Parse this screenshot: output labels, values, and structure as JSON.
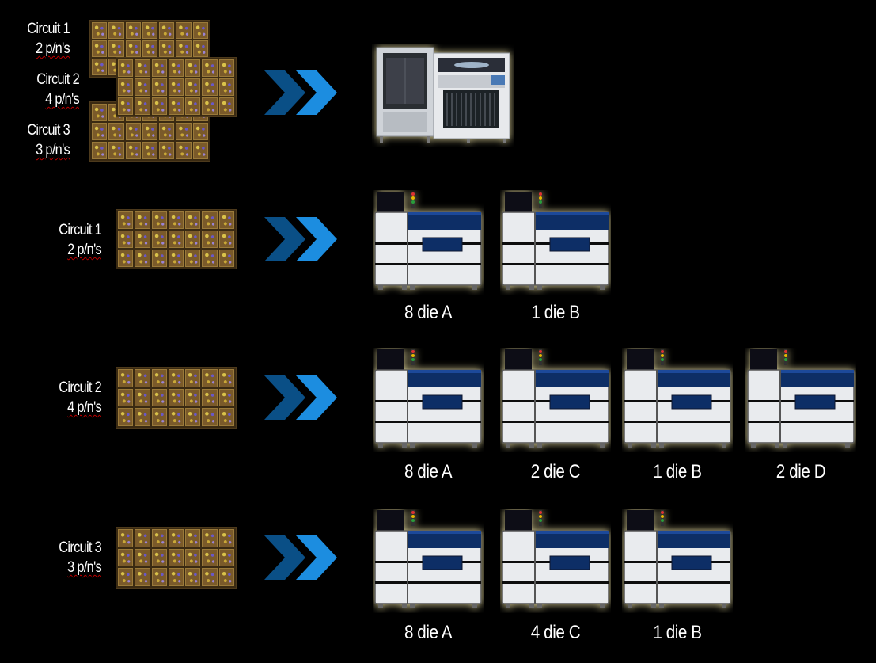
{
  "top_group": {
    "labels": [
      {
        "name": "Circuit 1",
        "pn": "2 p/n's"
      },
      {
        "name": "Circuit 2",
        "pn": "4 p/n's"
      },
      {
        "name": "Circuit 3",
        "pn": "3 p/n's"
      }
    ]
  },
  "rows": [
    {
      "circuit": "Circuit 1",
      "pn": "2 p/n's",
      "machines": [
        "8 die A",
        "1 die B"
      ]
    },
    {
      "circuit": "Circuit 2",
      "pn": "4 p/n's",
      "machines": [
        "8 die A",
        "2 die C",
        "1 die B",
        "2 die D"
      ]
    },
    {
      "circuit": "Circuit 3",
      "pn": "3 p/n's",
      "machines": [
        "8 die A",
        "4 die C",
        "1 die B"
      ]
    }
  ],
  "colors": {
    "background": "#000000",
    "arrow_dark": "#0a4f86",
    "arrow_light": "#1c8de0",
    "machine_blue": "#0e2f66",
    "machine_body": "#e9ebee",
    "glow": "#fff3b0"
  },
  "icons": {
    "arrow": "double-chevron-right-icon",
    "machine": "die-bonder-machine-icon",
    "large_machine": "pick-and-place-machine-icon",
    "board": "circuit-board-panel-icon"
  }
}
